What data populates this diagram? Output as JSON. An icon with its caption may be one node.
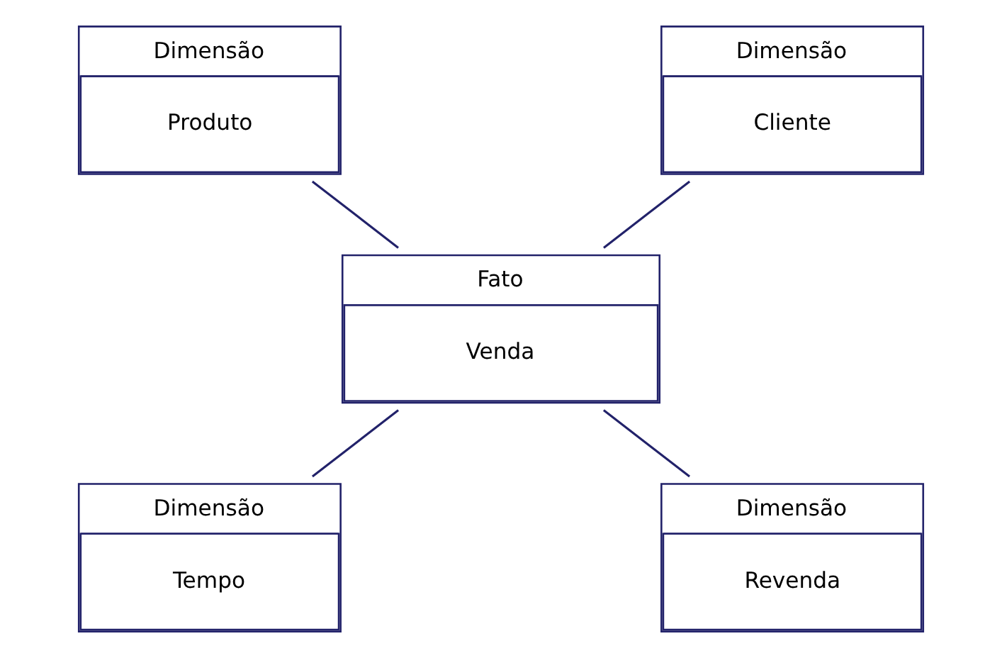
{
  "diagram": {
    "nodes": [
      {
        "text": [
          "Dimensão",
          "Produto"
        ]
      },
      {
        "text": [
          "Dimensão",
          "Cliente"
        ]
      },
      {
        "text": [
          "Fato",
          "Venda"
        ]
      },
      {
        "text": [
          "Dimensão",
          "Tempo"
        ]
      },
      {
        "text": [
          "Dimensão",
          "Revenda"
        ]
      }
    ],
    "edges": [
      {
        "from": 0,
        "to": 2,
        "arrow": "none"
      },
      {
        "from": 1,
        "to": 2,
        "arrow": "none"
      },
      {
        "from": 3,
        "to": 2,
        "arrow": "none"
      },
      {
        "from": 4,
        "to": 2,
        "arrow": "none"
      }
    ]
  }
}
